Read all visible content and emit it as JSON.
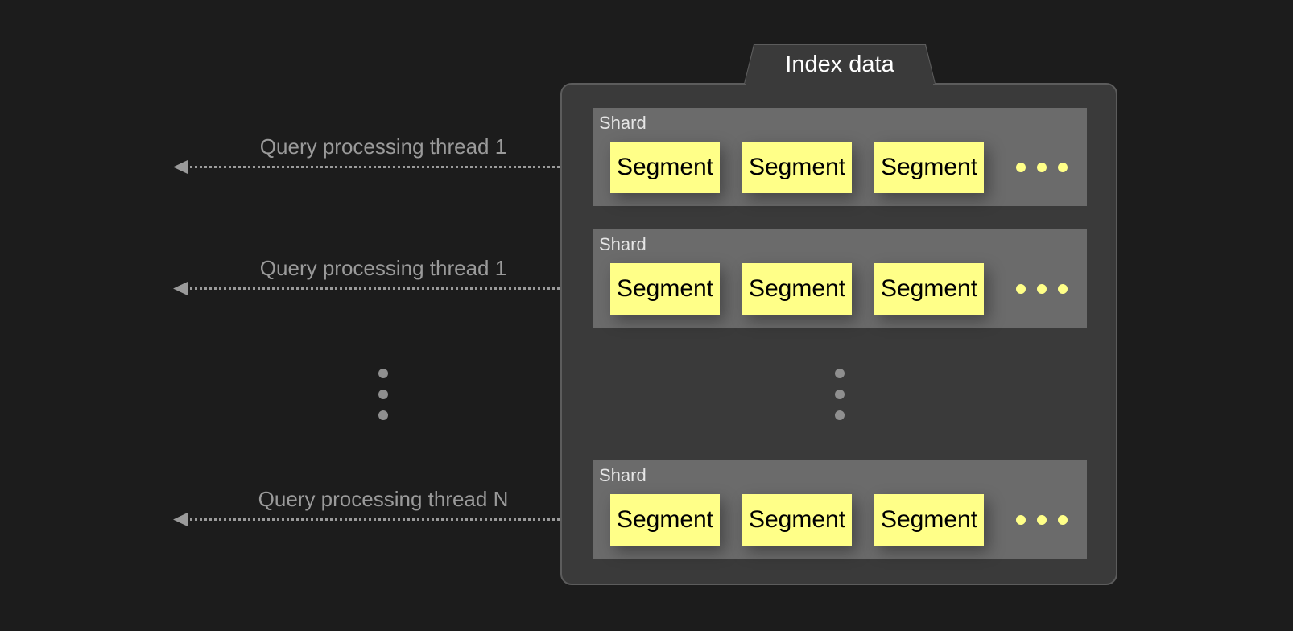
{
  "index": {
    "title": "Index data"
  },
  "shards": [
    {
      "label": "Shard",
      "segments": [
        "Segment",
        "Segment",
        "Segment"
      ]
    },
    {
      "label": "Shard",
      "segments": [
        "Segment",
        "Segment",
        "Segment"
      ]
    },
    {
      "label": "Shard",
      "segments": [
        "Segment",
        "Segment",
        "Segment"
      ]
    }
  ],
  "threads": [
    {
      "label": "Query processing thread 1"
    },
    {
      "label": "Query processing thread 1"
    },
    {
      "label": "Query processing thread N"
    }
  ],
  "colors": {
    "background": "#1c1c1c",
    "index_box": "#3a3a3a",
    "shard": "#6b6b6b",
    "segment": "#ffff88",
    "connector": "#9a9a9a"
  },
  "icons": {
    "continuation": "ellipsis-horizontal-icon",
    "vertical_continuation": "ellipsis-vertical-icon",
    "arrow": "arrow-left-icon"
  }
}
